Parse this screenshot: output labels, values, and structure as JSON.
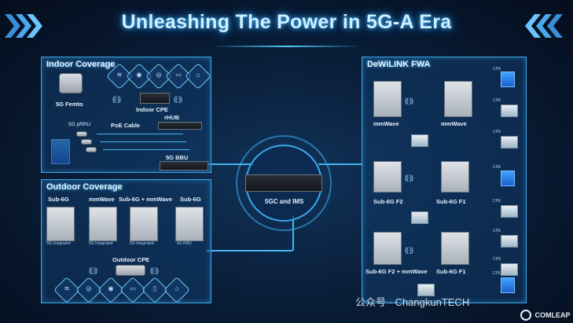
{
  "title": "Unleashing The Power in 5G-A Era",
  "indoor": {
    "title": "Indoor Coverage",
    "femto": "5G Femto",
    "indoor_cpe": "Indoor CPE",
    "prru": "5G pRRU",
    "poe": "PoE Cable",
    "rhub": "rHUB",
    "bbu": "5G BBU",
    "icons": [
      "wifi-icon",
      "camera-icon",
      "globe-icon",
      "tv-icon",
      "mobile-icon",
      "laptop-icon",
      "home-icon"
    ]
  },
  "outdoor": {
    "title": "Outdoor Coverage",
    "columns": [
      {
        "name": "Sub-6G",
        "caption": "5G Integrated"
      },
      {
        "name": "mmWave",
        "caption": "5G Integrated"
      },
      {
        "name": "Sub-6G + mmWave",
        "caption": "5G Integrated"
      },
      {
        "name": "Sub-6G",
        "caption": "5G RRU"
      }
    ],
    "cpe": "Outdoor CPE",
    "icons": [
      "wifi-icon",
      "globe-icon",
      "camera-icon",
      "laptop-icon",
      "mobile-icon",
      "tv-icon",
      "home-icon"
    ]
  },
  "core": {
    "label": "5GC and IMS"
  },
  "fwa": {
    "title": "DeWiLINK  FWA",
    "rows": [
      {
        "left": "mmWave",
        "right": "mmWave"
      },
      {
        "left": "Sub-6G F2",
        "right": "Sub-6G F1"
      },
      {
        "left": "Sub-6G F2 + mmWave",
        "right": "Sub-6G F1"
      }
    ],
    "cpe": "CPE"
  },
  "watermark": "公众号 · ChangkunTECH",
  "logo": "COMLEAP"
}
